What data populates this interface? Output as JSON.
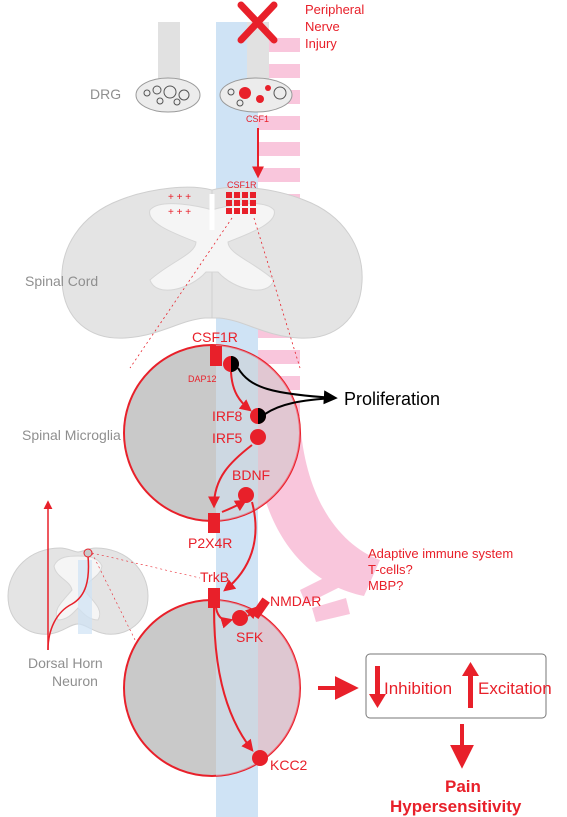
{
  "labels": {
    "injury": [
      "Peripheral",
      "Nerve",
      "Injury"
    ],
    "drg": "DRG",
    "csf1": "CSF1",
    "csf1r_small": "CSF1R",
    "spinal_cord": "Spinal Cord",
    "csf1r": "CSF1R",
    "dap12": "DAP12",
    "irf8": "IRF8",
    "irf5": "IRF5",
    "proliferation": "Proliferation",
    "spinal_microglia": "Spinal Microglia",
    "bdnf": "BDNF",
    "p2x4r": "P2X4R",
    "adaptive": [
      "Adaptive immune system",
      "T-cells?",
      "MBP?"
    ],
    "trkb": "TrkB",
    "nmdar": "NMDAR",
    "sfk": "SFK",
    "dorsal_horn": [
      "Dorsal Horn",
      "Neuron"
    ],
    "kcc2": "KCC2",
    "inhibition": "Inhibition",
    "excitation": "Excitation",
    "pain": [
      "Pain",
      "Hypersensitivity"
    ]
  },
  "icons": {
    "injury": "cross-icon",
    "arrow": "arrow-icon"
  },
  "colors": {
    "accent": "#e8202a",
    "blue_band": "#cfe3f5",
    "pink_band": "#f9c6dc",
    "grey_cell": "#c9c9c9",
    "grey_tissue": "#e4e4e4",
    "label_grey": "#8f8f8f"
  }
}
